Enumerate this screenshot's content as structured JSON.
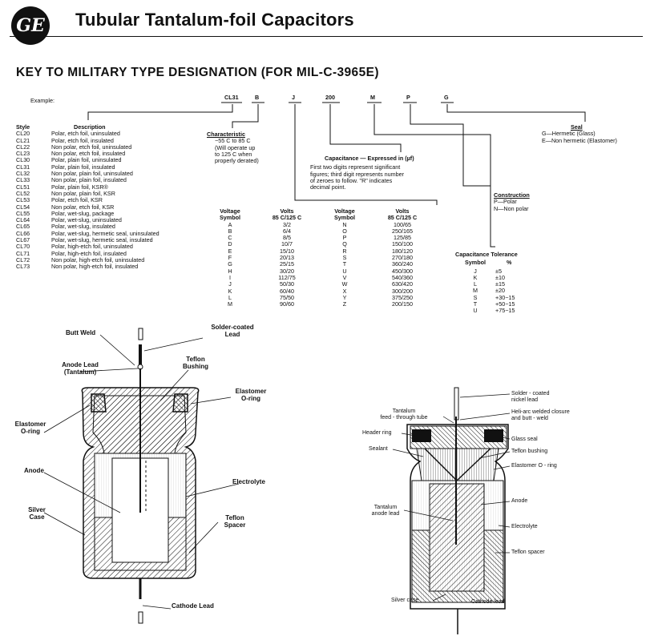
{
  "header": {
    "logo_text": "GE",
    "title": "Tubular Tantalum-foil Capacitors"
  },
  "key_title": "KEY TO MILITARY TYPE DESIGNATION (FOR MIL-C-3965E)",
  "example": {
    "label": "Example:",
    "parts": [
      "CL31",
      "B",
      "J",
      "200",
      "M",
      "P",
      "G"
    ]
  },
  "style_table": {
    "header_style": "Style",
    "header_description": "Description",
    "rows": [
      {
        "style": "CL20",
        "desc": "Polar, etch foil, uninsulated"
      },
      {
        "style": "CL21",
        "desc": "Polar, etch foil, insulated"
      },
      {
        "style": "CL22",
        "desc": "Non polar, etch foil, uninsulated"
      },
      {
        "style": "CL23",
        "desc": "Non polar, etch foil, insulated"
      },
      {
        "style": "CL30",
        "desc": "Polar, plain foil, uninsulated"
      },
      {
        "style": "CL31",
        "desc": "Polar, plain foil, insulated"
      },
      {
        "style": "CL32",
        "desc": "Non polar, plain foil, uninsulated"
      },
      {
        "style": "CL33",
        "desc": "Non polar, plain foil, insulated"
      },
      {
        "style": "CL51",
        "desc": "Polar, plain foil, KSR®"
      },
      {
        "style": "CL52",
        "desc": "Non polar, plain foil, KSR"
      },
      {
        "style": "CL53",
        "desc": "Polar, etch foil, KSR"
      },
      {
        "style": "CL54",
        "desc": "Non polar, etch foil, KSR"
      },
      {
        "style": "CL55",
        "desc": "Polar, wet-slug, package"
      },
      {
        "style": "CL64",
        "desc": "Polar, wet-slug, uninsulated"
      },
      {
        "style": "CL65",
        "desc": "Polar, wet-slug, insulated"
      },
      {
        "style": "CL66",
        "desc": "Polar, wet-slug, hermetic seal, uninsulated"
      },
      {
        "style": "CL67",
        "desc": "Polar, wet-slug, hermetic seal, insulated"
      },
      {
        "style": "CL70",
        "desc": "Polar, high-etch foil, uninsulated"
      },
      {
        "style": "CL71",
        "desc": "Polar, high-etch foil, insulated"
      },
      {
        "style": "CL72",
        "desc": "Non polar, high-etch foil, uninsulated"
      },
      {
        "style": "CL73",
        "desc": "Non polar, high-etch foil, insulated"
      }
    ]
  },
  "characteristic": {
    "title": "Characteristic",
    "lines": [
      "−55 C to 85 C",
      "(Will operate up",
      "to 125 C when",
      "properly derated)"
    ]
  },
  "capacitance": {
    "title": "Capacitance — Expressed in (µf)",
    "lines": [
      "First two digits represent significant",
      "figures; third digit represents number",
      "of zeroes to follow. \"R\" indicates",
      "decimal point."
    ]
  },
  "seal": {
    "title": "Seal",
    "lines": [
      "G—Hermetic (Glass)",
      "E—Non hermetic (Elastomer)"
    ]
  },
  "construction": {
    "title": "Construction",
    "lines": [
      "P—Polar",
      "N—Non polar"
    ]
  },
  "voltage_table": {
    "h1a": "Voltage",
    "h1b": "Symbol",
    "h2a": "Volts",
    "h2b": "85 C/125 C",
    "h3a": "Voltage",
    "h3b": "Symbol",
    "h4a": "Volts",
    "h4b": "85 C/125 C",
    "rows": [
      [
        "A",
        "3/2",
        "N",
        "100/65"
      ],
      [
        "B",
        "6/4",
        "O",
        "250/165"
      ],
      [
        "C",
        "8/5",
        "P",
        "125/85"
      ],
      [
        "D",
        "10/7",
        "Q",
        "150/100"
      ],
      [
        "E",
        "15/10",
        "R",
        "180/120"
      ],
      [
        "F",
        "20/13",
        "S",
        "270/180"
      ],
      [
        "G",
        "25/15",
        "T",
        "360/240"
      ],
      [
        "H",
        "30/20",
        "U",
        "450/300"
      ],
      [
        "I",
        "112/75",
        "V",
        "540/360"
      ],
      [
        "J",
        "50/30",
        "W",
        "630/420"
      ],
      [
        "K",
        "60/40",
        "X",
        "300/200"
      ],
      [
        "L",
        "75/50",
        "Y",
        "375/250"
      ],
      [
        "M",
        "90/60",
        "Z",
        "200/150"
      ]
    ]
  },
  "tolerance_table": {
    "title": "Capacitance Tolerance",
    "h_symbol": "Symbol",
    "h_pct": "%",
    "rows": [
      [
        "J",
        "±5"
      ],
      [
        "K",
        "±10"
      ],
      [
        "L",
        "±15"
      ],
      [
        "M",
        "±20"
      ],
      [
        "S",
        "+30−15"
      ],
      [
        "T",
        "+50−15"
      ],
      [
        "U",
        "+75−15"
      ]
    ]
  },
  "diagram_left": {
    "butt_weld": "Butt Weld",
    "solder_lead_1": "Solder-coated",
    "solder_lead_2": "Lead",
    "anode_lead_1": "Anode Lead",
    "anode_lead_2": "(Tantalum)",
    "teflon_bushing_1": "Teflon",
    "teflon_bushing_2": "Bushing",
    "elastomer_r_1": "Elastomer",
    "elastomer_r_2": "O-ring",
    "elastomer_l_1": "Elastomer",
    "elastomer_l_2": "O-ring",
    "anode": "Anode",
    "electrolyte": "Electrolyte",
    "silver_case_1": "Silver",
    "silver_case_2": "Case",
    "teflon_spacer_1": "Teflon",
    "teflon_spacer_2": "Spacer",
    "cathode_lead": "Cathode Lead"
  },
  "diagram_right": {
    "solder_nickel_1": "Solder - coated",
    "solder_nickel_2": "nickel lead",
    "tantalum_tube_1": "Tantalum",
    "tantalum_tube_2": "feed - through tube",
    "heliarc_1": "Heli-arc welded closure",
    "heliarc_2": "and butt - weld",
    "header_ring": "Header ring",
    "glass_seal": "Glass seal",
    "sealant": "Sealant",
    "teflon_bushing": "Teflon   bushing",
    "elastomer": "Elastomer  O - ring",
    "tantalum_anode_1": "Tantalum",
    "tantalum_anode_2": "anode lead",
    "anode": "Anode",
    "electrolyte": "Electrolyte",
    "teflon_spacer": "Teflon  spacer",
    "silver_case": "Silver case",
    "cathode_lead": "Cathode  lead"
  }
}
